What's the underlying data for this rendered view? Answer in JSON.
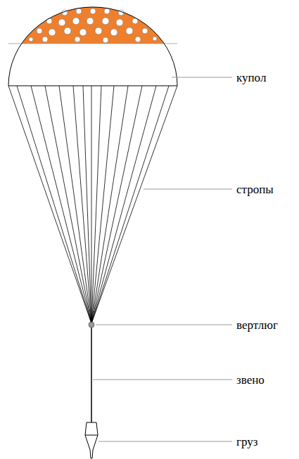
{
  "diagram": {
    "labels": [
      "купол",
      "стропы",
      "вертлюг",
      "звено",
      "груз"
    ]
  }
}
